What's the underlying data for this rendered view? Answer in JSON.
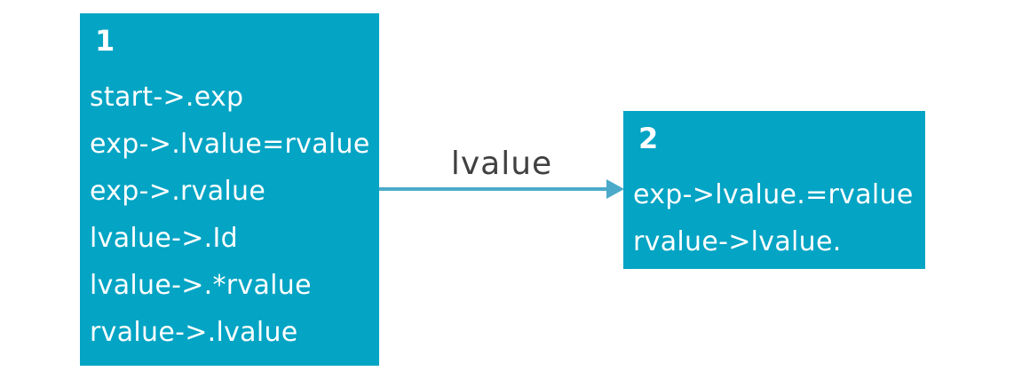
{
  "diagram": {
    "type": "lr-parser-state-diagram",
    "states": [
      {
        "number": "1",
        "items": [
          "start->.exp",
          "exp->.lvalue=rvalue",
          "exp->.rvalue",
          "lvalue->.Id",
          "lvalue->.*rvalue",
          "rvalue->.lvalue"
        ]
      },
      {
        "number": "2",
        "items": [
          "exp->lvalue.=rvalue",
          "rvalue->lvalue."
        ]
      }
    ],
    "transition": {
      "label": "lvalue",
      "from_state": "1",
      "to_state": "2"
    },
    "colors": {
      "box_fill": "#03a4c4",
      "box_text": "#ffffff",
      "arrow": "#4baaca",
      "label_text": "#404040",
      "background": "#ffffff"
    }
  }
}
